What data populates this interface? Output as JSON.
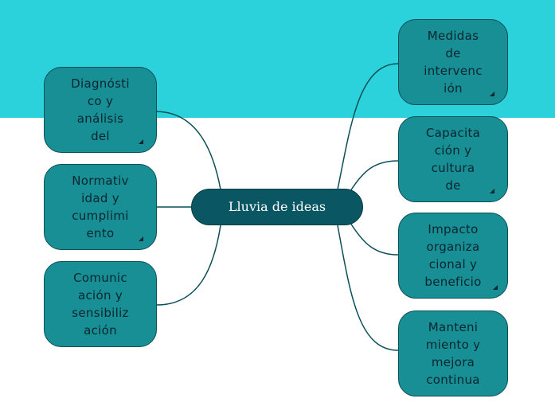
{
  "central": {
    "label": "Lluvia de ideas"
  },
  "colors": {
    "band": "#2bd1db",
    "node": "#178f95",
    "center": "#0b5663",
    "link": "#0d4f57"
  },
  "left_nodes": [
    {
      "lines": [
        "Diagnósti",
        "co y",
        "análisis",
        "del"
      ],
      "collapsed": true
    },
    {
      "lines": [
        "Normativ",
        "idad y",
        "cumplimi",
        "ento"
      ],
      "collapsed": true
    },
    {
      "lines": [
        "Comunic",
        "ación y",
        "sensibiliz",
        "ación"
      ],
      "collapsed": false
    }
  ],
  "right_nodes": [
    {
      "lines": [
        "Medidas",
        "de",
        "intervenc",
        "ión"
      ],
      "collapsed": true
    },
    {
      "lines": [
        "Capacita",
        "ción y",
        "cultura",
        "de"
      ],
      "collapsed": true
    },
    {
      "lines": [
        "Impacto",
        "organiza",
        "cional y",
        "beneficio"
      ],
      "collapsed": true
    },
    {
      "lines": [
        "Manteni",
        "miento y",
        "mejora",
        "continua"
      ],
      "collapsed": false
    }
  ]
}
